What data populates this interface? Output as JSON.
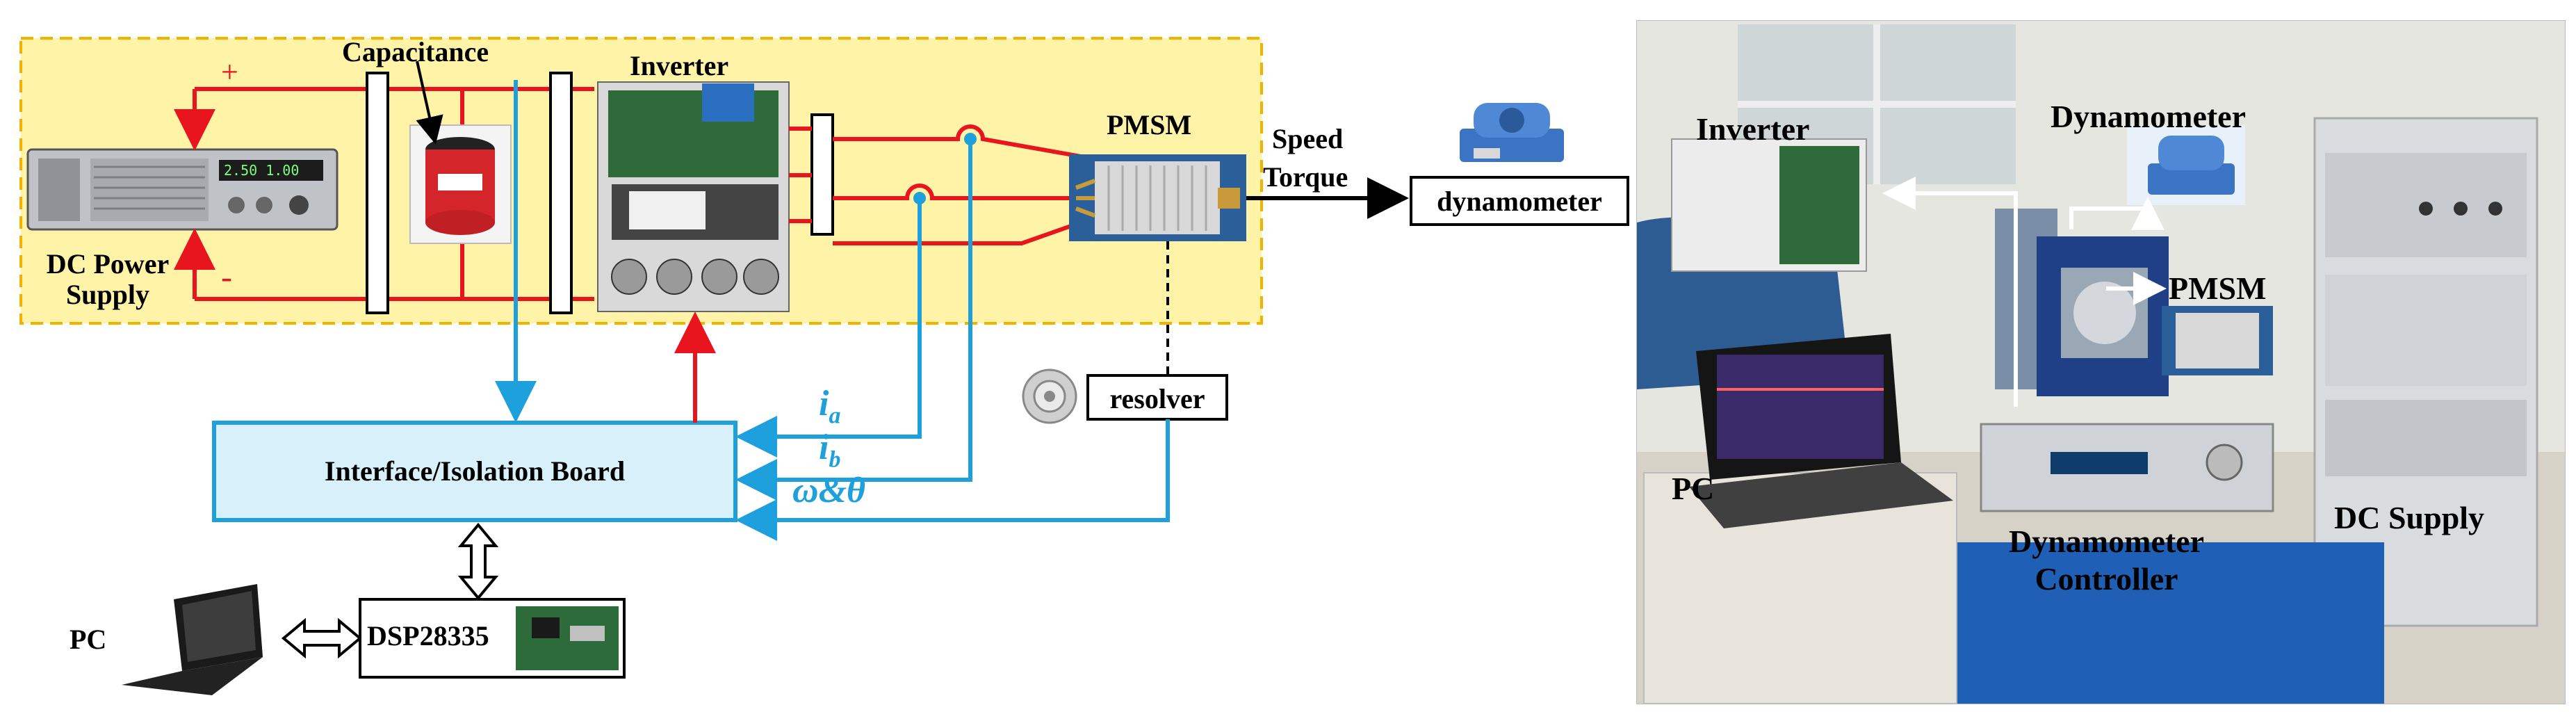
{
  "schematic": {
    "dc_power_supply": "DC Power\nSupply",
    "plus": "+",
    "minus": "-",
    "capacitance": "Capacitance",
    "inverter": "Inverter",
    "pmsm": "PMSM",
    "speed": "Speed",
    "torque": "Torque",
    "dynamometer": "dynamometer",
    "resolver": "resolver",
    "interface_board": "Interface/Isolation Board",
    "ia": "i",
    "ia_sub": "a",
    "ib": "i",
    "ib_sub": "b",
    "omega_theta": "ω&θ",
    "dsp": "DSP28335",
    "pc": "PC"
  },
  "photo_labels": {
    "inverter": "Inverter",
    "dynamometer": "Dynamometer",
    "pmsm": "PMSM",
    "pc": "PC",
    "dynamometer_controller": "Dynamometer\nController",
    "dc_supply": "DC Supply"
  },
  "colors": {
    "power_line": "#e8141e",
    "signal_line": "#1ea0dc",
    "yellow_region": "#fff3a8",
    "yellow_border": "#f2b200",
    "board_fill": "#d8f0fa"
  }
}
